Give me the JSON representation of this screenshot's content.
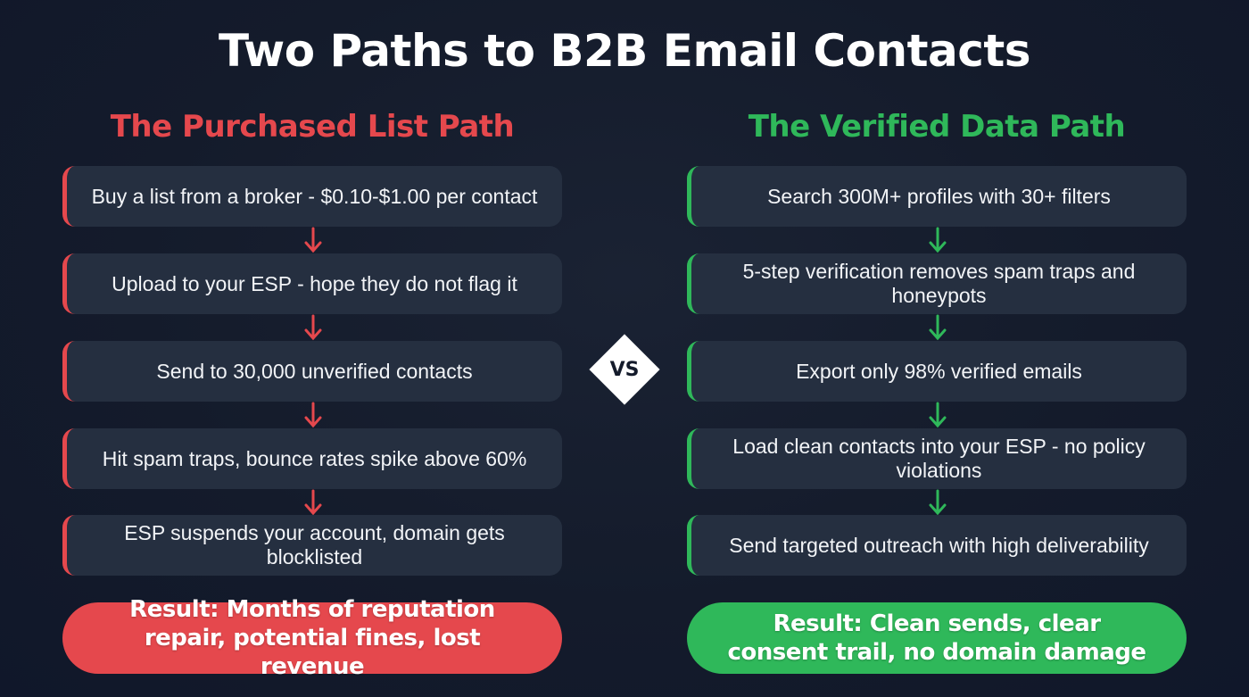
{
  "title": "Two Paths to B2B Email Contacts",
  "colors": {
    "background": "#141b2b",
    "card": "#252f40",
    "bad": "#e5484d",
    "good": "#2fb85a",
    "text": "#ffffff"
  },
  "separator": {
    "label": "VS",
    "icon": "diamond"
  },
  "left": {
    "heading": "The Purchased List Path",
    "steps": [
      "Buy a list from a broker - $0.10-$1.00 per contact",
      "Upload to your ESP - hope they do not flag it",
      "Send to 30,000 unverified contacts",
      "Hit spam traps, bounce rates spike above 60%",
      "ESP suspends your account, domain gets blocklisted"
    ],
    "result": "Result: Months of reputation repair, potential fines, lost revenue"
  },
  "right": {
    "heading": "The Verified Data Path",
    "steps": [
      "Search 300M+ profiles with 30+ filters",
      "5-step verification removes spam traps and honeypots",
      "Export only 98% verified emails",
      "Load clean contacts into your ESP - no policy violations",
      "Send targeted outreach with high deliverability"
    ],
    "result": "Result: Clean sends, clear consent trail, no domain damage"
  }
}
